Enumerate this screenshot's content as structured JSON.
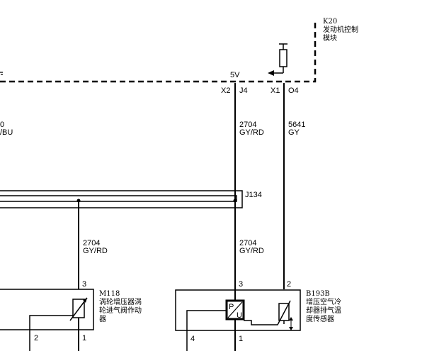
{
  "module": {
    "ref": "K20",
    "name_line1": "发动机控制",
    "name_line2": "模块",
    "voltage": "5V",
    "connectors": [
      {
        "conn": "X2",
        "pin": "J4"
      },
      {
        "conn": "X1",
        "pin": "O4"
      }
    ]
  },
  "left_partial": {
    "num": "0",
    "color": "/BU"
  },
  "wires": [
    {
      "circuit": "2704",
      "color": "GY/RD"
    },
    {
      "circuit": "5641",
      "color": "GY"
    },
    {
      "circuit": "2704",
      "color": "GY/RD"
    },
    {
      "circuit": "2704",
      "color": "GY/RD"
    }
  ],
  "splice": "J134",
  "m118": {
    "ref": "M118",
    "name_line1": "涡轮增压器涡",
    "name_line2": "轮进气阀作动",
    "name_line3": "器",
    "pin_top": "3",
    "pins_bottom": [
      "2",
      "1"
    ]
  },
  "b193b": {
    "ref": "B193B",
    "name_line1": "增压空气冷",
    "name_line2": "却器排气温",
    "name_line3": "度传感器",
    "pin_top_left": "3",
    "pin_top_right": "2",
    "pins_bottom": [
      "4",
      "1"
    ],
    "pu_top": "P",
    "pu_bottom": "U"
  }
}
